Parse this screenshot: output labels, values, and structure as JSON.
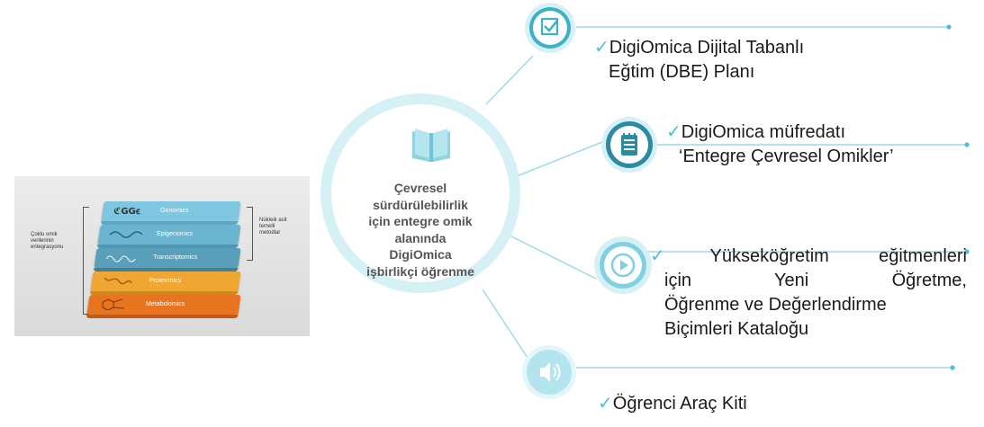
{
  "center": {
    "lines": [
      "Çevresel",
      "sürdürülebilirlik",
      "için entegre omik",
      "alanında",
      "DigiOmica",
      "işbirlikçi öğrenme"
    ],
    "icon": "open-book-icon"
  },
  "items": [
    {
      "check": "✓",
      "line1": "DigiOmica Dijital Tabanlı",
      "line2": "Eğtim (DBE) Planı",
      "icon": "checkbox-icon"
    },
    {
      "check": "✓",
      "line1": "DigiOmica müfredatı",
      "line2": "‘Entegre Çevresel Omikler’",
      "icon": "notepad-icon"
    },
    {
      "check": "✓",
      "line1": "Yükseköğretim eğitmenleri",
      "line2": "için Yeni Öğretme,",
      "line3": "Öğrenme ve Değerlendirme",
      "line4": "Biçimleri Kataloğu",
      "icon": "play-icon"
    },
    {
      "check": "✓",
      "line1": "Öğrenci Araç Kiti",
      "icon": "speaker-icon"
    }
  ],
  "omics": {
    "left_label": [
      "Çoklu omik",
      "verilerinin",
      "entegrasyonu"
    ],
    "right_label": [
      "Nükleik asit",
      "temelli",
      "metodlar"
    ],
    "layers": [
      {
        "name": "Genomics",
        "color": "#7fc6e0"
      },
      {
        "name": "Epigenomics",
        "color": "#6bb5d0"
      },
      {
        "name": "Transcriptomics",
        "color": "#5a9fba"
      },
      {
        "name": "Proteomics",
        "color": "#f0a633"
      },
      {
        "name": "Metabolomics",
        "color": "#e8741f"
      }
    ]
  },
  "colors": {
    "accent": "#4dbfd6",
    "ring": "#d6f1f5",
    "connector": "#9fd9e6"
  }
}
